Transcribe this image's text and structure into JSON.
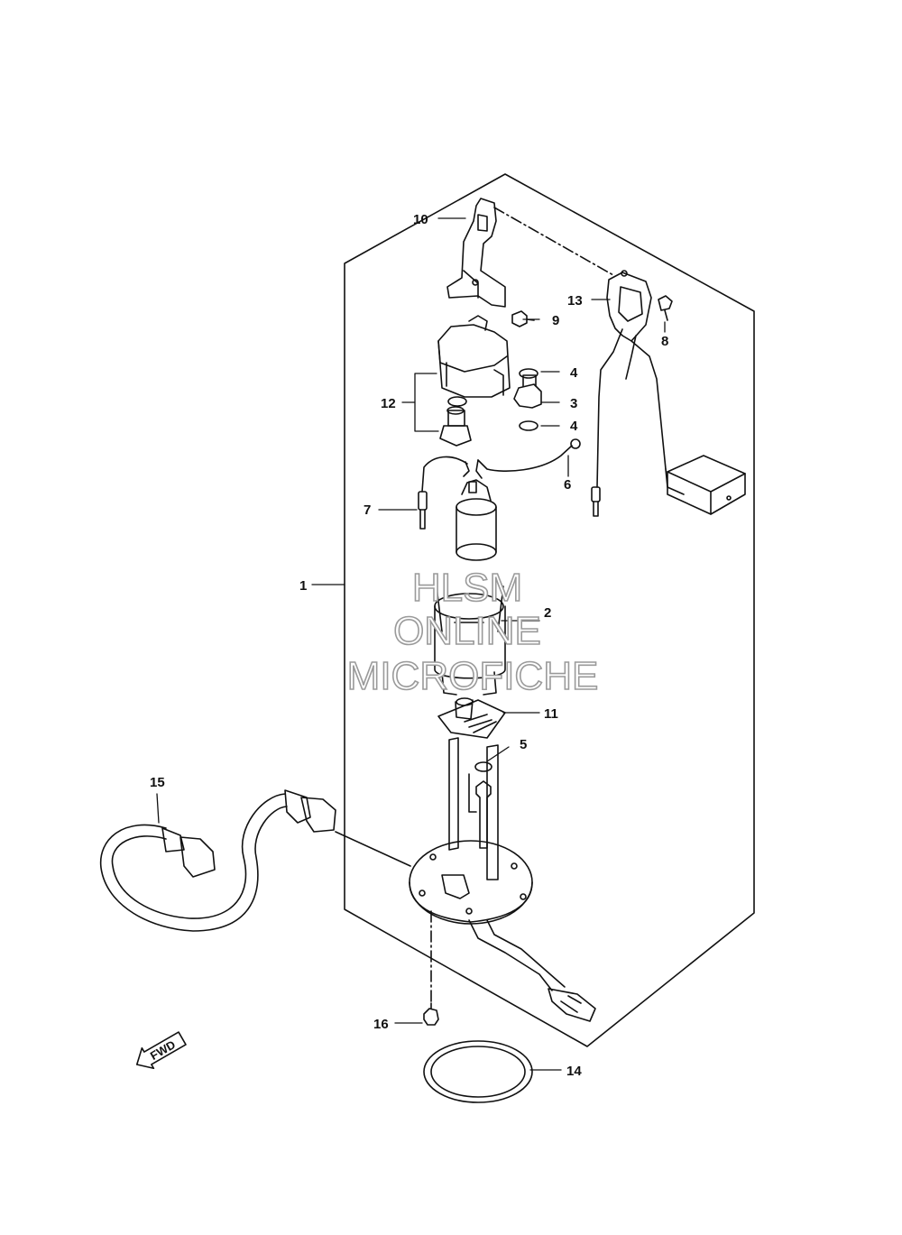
{
  "callouts": [
    "1",
    "2",
    "3",
    "4",
    "4",
    "5",
    "6",
    "7",
    "8",
    "9",
    "10",
    "11",
    "12",
    "13",
    "14",
    "15",
    "16"
  ],
  "fwd_label": "FWD",
  "watermark": [
    "HLSM",
    "ONLINE",
    "MICROFICHE"
  ],
  "colors": {
    "line": "#111111",
    "watermark_outline": "#9a9a9a",
    "background": "#ffffff"
  }
}
